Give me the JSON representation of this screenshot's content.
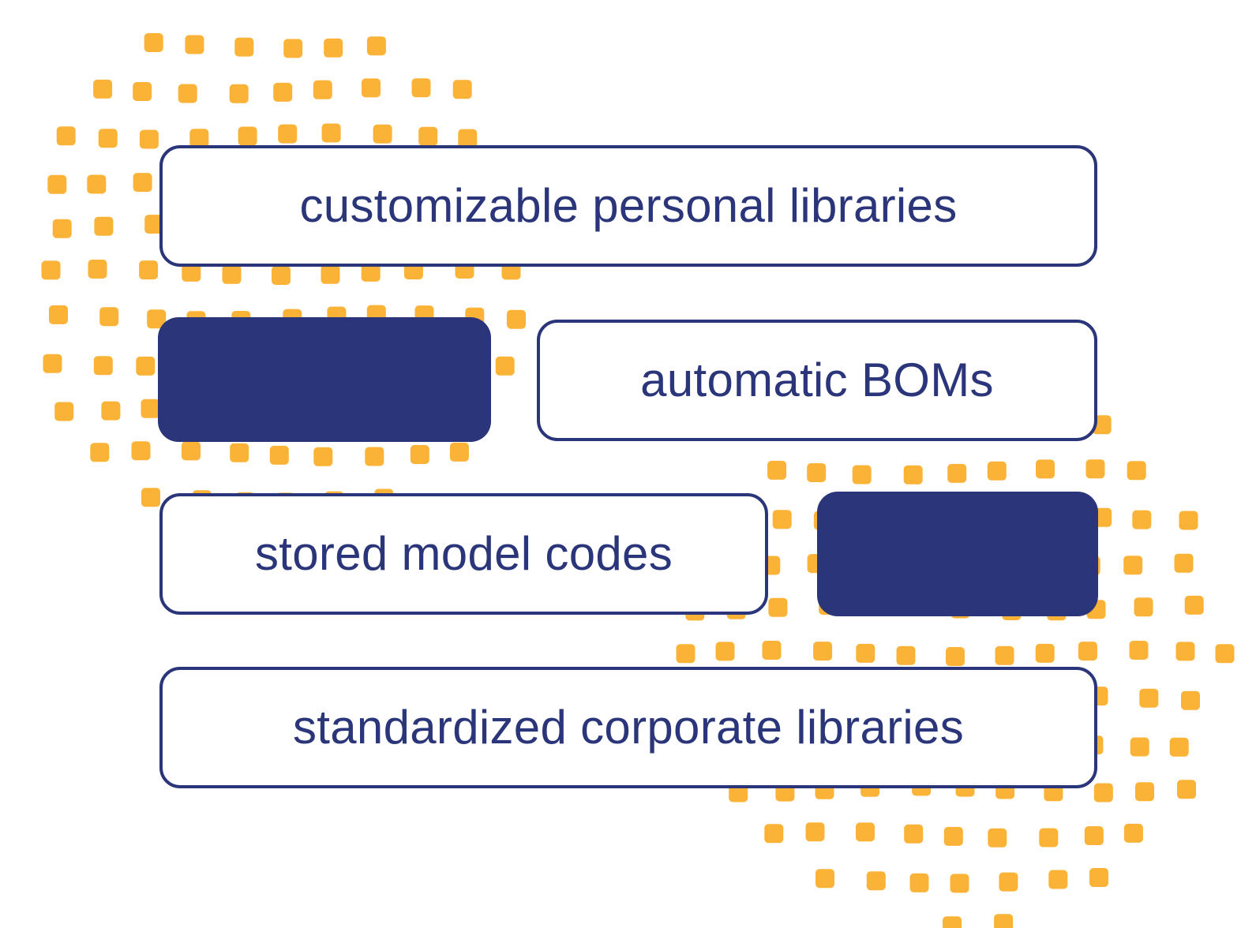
{
  "colors": {
    "navy": "#2b3579",
    "dot": "#fbb337",
    "background": "#ffffff"
  },
  "boxes": {
    "personal": {
      "label": "customizable personal libraries",
      "style": "outlined"
    },
    "blank_left": {
      "label": "",
      "style": "filled"
    },
    "boms": {
      "label": "automatic BOMs",
      "style": "outlined"
    },
    "codes": {
      "label": "stored model codes",
      "style": "outlined"
    },
    "blank_right": {
      "label": "",
      "style": "filled"
    },
    "corporate": {
      "label": "standardized corporate libraries",
      "style": "outlined"
    }
  },
  "decoration": {
    "pattern": "radial halftone dot clusters",
    "clusters": [
      "top-left",
      "bottom-right"
    ]
  }
}
